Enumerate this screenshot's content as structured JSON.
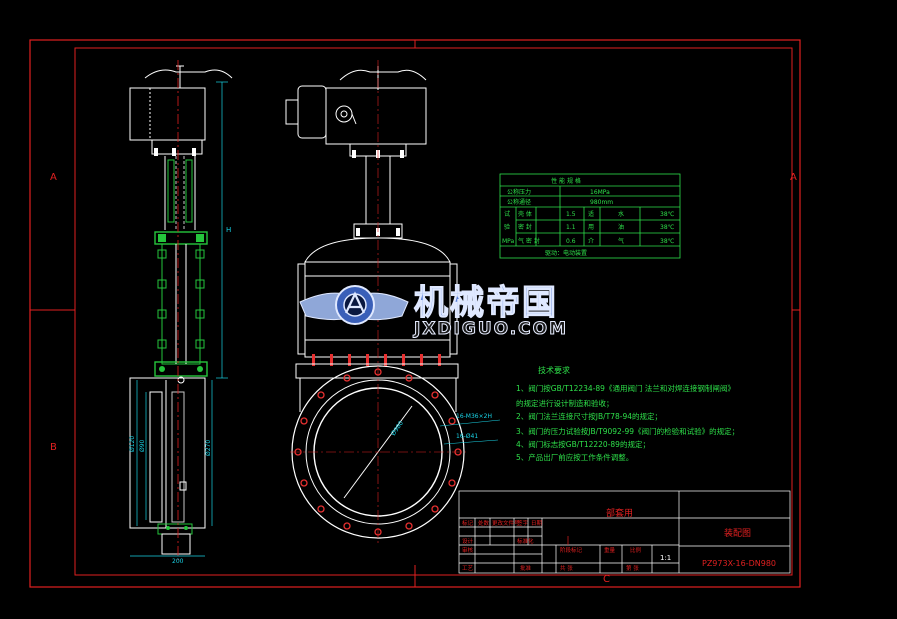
{
  "border": {
    "zone_left": "A",
    "zone_right": "A",
    "zone_left_lower": "B",
    "zone_bottom": "C"
  },
  "side_view": {
    "dim_left_1": "Ø120",
    "dim_left_2": "Ø90",
    "dim_right": "Ø270",
    "dim_bottom": "200",
    "dim_height": "H"
  },
  "front_view": {
    "dim_flange": "Ø980",
    "callout_1": "16-M36×2H",
    "callout_2": "16-Ø41"
  },
  "param_table": {
    "title": "性 能 规 格",
    "rows": [
      {
        "label": "公称压力",
        "value": "16MPa"
      },
      {
        "label": "公称通径",
        "value": "980mm"
      }
    ],
    "grid": [
      [
        "试",
        "壳 体",
        "1.5",
        "适",
        "水",
        "38℃"
      ],
      [
        "验",
        "密 封",
        "1.1",
        "用",
        "油",
        "38℃"
      ],
      [
        "MPa",
        "气 密 封",
        "0.6",
        "介",
        "气",
        "38℃"
      ]
    ],
    "footer": "驱动：电动装置"
  },
  "tech_requirements": {
    "heading": "技术要求",
    "items": [
      "1、阀门按GB/T12234-89《通用阀门 法兰和对焊连接钢制闸阀》",
      "    的规定进行设计制造和验收；",
      "2、阀门法兰连接尺寸按JB/T78-94的规定；",
      "3、阀门的压力试验按JB/T9092-99《阀门的检验和试验》的规定；",
      "4、阀门标志按GB/T12220-89的规定；",
      "5、产品出厂前应按工作条件调整。"
    ]
  },
  "title_block": {
    "unit": "部套用",
    "drawing_name": "装配图",
    "drawing_no": "PZ973X-16-DN980",
    "scale_label": "比例",
    "weight_label": "重量",
    "sheet_label": "共  张",
    "page_label": "第  张",
    "scale": "1:1",
    "cells": [
      "标记",
      "处数",
      "更改文件号",
      "签字",
      "日期",
      "设计",
      "标准化",
      "审核",
      "工艺",
      "批准",
      "阶段标记"
    ]
  },
  "watermark": {
    "zh": "机械帝国",
    "en": "JXDIGUO.COM"
  },
  "colors": {
    "background": "#000000",
    "frame": "#e02020",
    "outline": "#ffffff",
    "hidden": "#c8c8c8",
    "table": "#2ee04a",
    "dim": "#19d3e6",
    "steel_green": "#25c63c",
    "flange_red": "#e83030",
    "watermark_blue": "#5a7fd6"
  }
}
